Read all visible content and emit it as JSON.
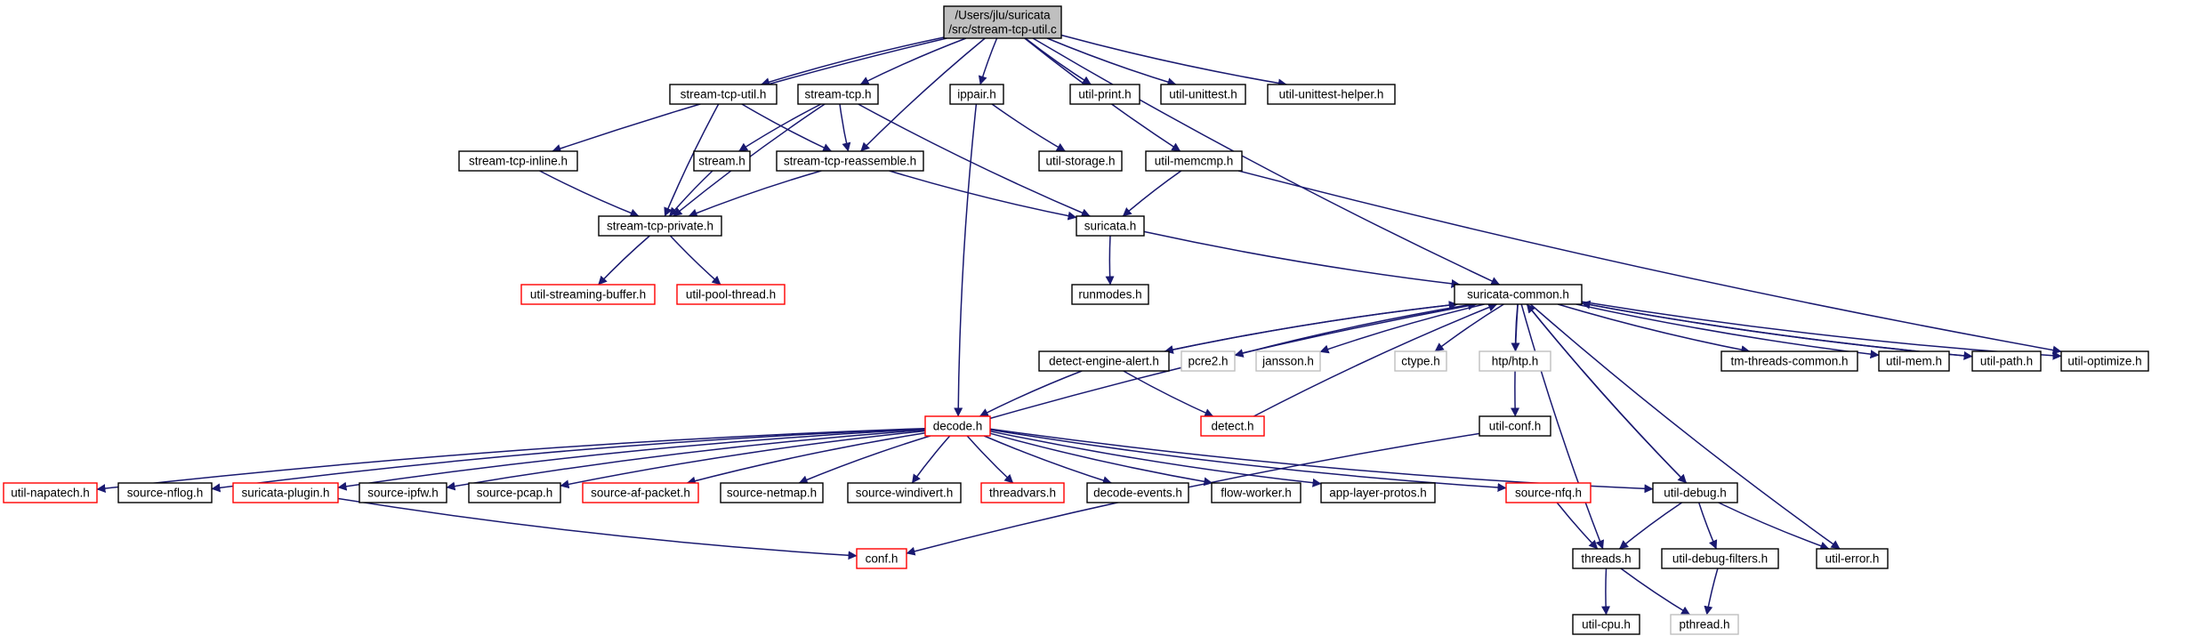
{
  "styles": {
    "root": {
      "fill": "#bfbfbf",
      "stroke": "#000000"
    },
    "normal": {
      "fill": "#ffffff",
      "stroke": "#000000"
    },
    "red": {
      "fill": "#ffffff",
      "stroke": "#ff0000"
    },
    "gray": {
      "fill": "#ffffff",
      "stroke": "#bfbfbf"
    },
    "edge_color": "#191970"
  },
  "nodes": [
    {
      "id": "root",
      "lines": [
        "/Users/jlu/suricata",
        "/src/stream-tcp-util.c"
      ],
      "style": "root"
    },
    {
      "id": "stream-tcp-inline",
      "lines": [
        "stream-tcp-inline.h"
      ],
      "style": "normal"
    },
    {
      "id": "stream-tcp-util-h",
      "lines": [
        "stream-tcp-util.h"
      ],
      "style": "normal"
    },
    {
      "id": "stream-tcp",
      "lines": [
        "stream-tcp.h"
      ],
      "style": "normal"
    },
    {
      "id": "ippair",
      "lines": [
        "ippair.h"
      ],
      "style": "normal"
    },
    {
      "id": "util-print",
      "lines": [
        "util-print.h"
      ],
      "style": "normal"
    },
    {
      "id": "util-unittest",
      "lines": [
        "util-unittest.h"
      ],
      "style": "normal"
    },
    {
      "id": "util-unittest-helper",
      "lines": [
        "util-unittest-helper.h"
      ],
      "style": "normal"
    },
    {
      "id": "stream",
      "lines": [
        "stream.h"
      ],
      "style": "normal"
    },
    {
      "id": "stream-tcp-reassemble",
      "lines": [
        "stream-tcp-reassemble.h"
      ],
      "style": "normal"
    },
    {
      "id": "util-storage",
      "lines": [
        "util-storage.h"
      ],
      "style": "normal"
    },
    {
      "id": "util-memcmp",
      "lines": [
        "util-memcmp.h"
      ],
      "style": "normal"
    },
    {
      "id": "stream-tcp-private",
      "lines": [
        "stream-tcp-private.h"
      ],
      "style": "normal"
    },
    {
      "id": "suricata",
      "lines": [
        "suricata.h"
      ],
      "style": "normal"
    },
    {
      "id": "util-streaming-buffer",
      "lines": [
        "util-streaming-buffer.h"
      ],
      "style": "red"
    },
    {
      "id": "util-pool-thread",
      "lines": [
        "util-pool-thread.h"
      ],
      "style": "red"
    },
    {
      "id": "runmodes",
      "lines": [
        "runmodes.h"
      ],
      "style": "normal"
    },
    {
      "id": "suricata-common",
      "lines": [
        "suricata-common.h"
      ],
      "style": "normal"
    },
    {
      "id": "detect-engine-alert",
      "lines": [
        "detect-engine-alert.h"
      ],
      "style": "normal"
    },
    {
      "id": "pcre2",
      "lines": [
        "pcre2.h"
      ],
      "style": "gray"
    },
    {
      "id": "jansson",
      "lines": [
        "jansson.h"
      ],
      "style": "gray"
    },
    {
      "id": "ctype",
      "lines": [
        "ctype.h"
      ],
      "style": "gray"
    },
    {
      "id": "htp",
      "lines": [
        "htp/htp.h"
      ],
      "style": "gray"
    },
    {
      "id": "tm-threads-common",
      "lines": [
        "tm-threads-common.h"
      ],
      "style": "normal"
    },
    {
      "id": "util-mem",
      "lines": [
        "util-mem.h"
      ],
      "style": "normal"
    },
    {
      "id": "util-path",
      "lines": [
        "util-path.h"
      ],
      "style": "normal"
    },
    {
      "id": "util-optimize",
      "lines": [
        "util-optimize.h"
      ],
      "style": "normal"
    },
    {
      "id": "detect",
      "lines": [
        "detect.h"
      ],
      "style": "red"
    },
    {
      "id": "util-conf",
      "lines": [
        "util-conf.h"
      ],
      "style": "normal"
    },
    {
      "id": "decode",
      "lines": [
        "decode.h"
      ],
      "style": "red"
    },
    {
      "id": "util-napatech",
      "lines": [
        "util-napatech.h"
      ],
      "style": "red"
    },
    {
      "id": "source-nflog",
      "lines": [
        "source-nflog.h"
      ],
      "style": "normal"
    },
    {
      "id": "suricata-plugin",
      "lines": [
        "suricata-plugin.h"
      ],
      "style": "red"
    },
    {
      "id": "source-ipfw",
      "lines": [
        "source-ipfw.h"
      ],
      "style": "normal"
    },
    {
      "id": "source-pcap",
      "lines": [
        "source-pcap.h"
      ],
      "style": "normal"
    },
    {
      "id": "source-af-packet",
      "lines": [
        "source-af-packet.h"
      ],
      "style": "red"
    },
    {
      "id": "source-netmap",
      "lines": [
        "source-netmap.h"
      ],
      "style": "normal"
    },
    {
      "id": "source-windivert",
      "lines": [
        "source-windivert.h"
      ],
      "style": "normal"
    },
    {
      "id": "threadvars",
      "lines": [
        "threadvars.h"
      ],
      "style": "red"
    },
    {
      "id": "decode-events",
      "lines": [
        "decode-events.h"
      ],
      "style": "normal"
    },
    {
      "id": "flow-worker",
      "lines": [
        "flow-worker.h"
      ],
      "style": "normal"
    },
    {
      "id": "app-layer-protos",
      "lines": [
        "app-layer-protos.h"
      ],
      "style": "normal"
    },
    {
      "id": "source-nfq",
      "lines": [
        "source-nfq.h"
      ],
      "style": "red"
    },
    {
      "id": "util-debug",
      "lines": [
        "util-debug.h"
      ],
      "style": "normal"
    },
    {
      "id": "util-error",
      "lines": [
        "util-error.h"
      ],
      "style": "normal"
    },
    {
      "id": "conf",
      "lines": [
        "conf.h"
      ],
      "style": "red"
    },
    {
      "id": "threads",
      "lines": [
        "threads.h"
      ],
      "style": "normal"
    },
    {
      "id": "util-debug-filters",
      "lines": [
        "util-debug-filters.h"
      ],
      "style": "normal"
    },
    {
      "id": "util-cpu",
      "lines": [
        "util-cpu.h"
      ],
      "style": "normal"
    },
    {
      "id": "pthread",
      "lines": [
        "pthread.h"
      ],
      "style": "gray"
    }
  ],
  "edges": [
    [
      "root",
      "stream-tcp-inline"
    ],
    [
      "root",
      "stream-tcp-util-h"
    ],
    [
      "root",
      "stream-tcp"
    ],
    [
      "root",
      "ippair"
    ],
    [
      "root",
      "util-print"
    ],
    [
      "root",
      "util-unittest"
    ],
    [
      "root",
      "util-unittest-helper"
    ],
    [
      "root",
      "stream-tcp-reassemble"
    ],
    [
      "root",
      "util-memcmp"
    ],
    [
      "root",
      "suricata-common"
    ],
    [
      "stream-tcp-inline",
      "stream-tcp-private"
    ],
    [
      "stream-tcp-util-h",
      "stream-tcp-private"
    ],
    [
      "stream-tcp-util-h",
      "stream-tcp-reassemble"
    ],
    [
      "stream-tcp",
      "stream"
    ],
    [
      "stream-tcp",
      "stream-tcp-private"
    ],
    [
      "stream-tcp",
      "stream-tcp-reassemble"
    ],
    [
      "stream-tcp",
      "suricata"
    ],
    [
      "ippair",
      "util-storage"
    ],
    [
      "ippair",
      "decode"
    ],
    [
      "stream",
      "stream-tcp-private"
    ],
    [
      "stream-tcp-reassemble",
      "stream-tcp-private"
    ],
    [
      "stream-tcp-reassemble",
      "suricata"
    ],
    [
      "util-memcmp",
      "suricata"
    ],
    [
      "util-memcmp",
      "util-optimize"
    ],
    [
      "stream-tcp-private",
      "util-streaming-buffer"
    ],
    [
      "stream-tcp-private",
      "util-pool-thread"
    ],
    [
      "suricata",
      "runmodes"
    ],
    [
      "suricata",
      "suricata-common"
    ],
    [
      "suricata-common",
      "detect-engine-alert"
    ],
    [
      "suricata-common",
      "pcre2"
    ],
    [
      "suricata-common",
      "jansson"
    ],
    [
      "suricata-common",
      "ctype"
    ],
    [
      "suricata-common",
      "htp"
    ],
    [
      "suricata-common",
      "tm-threads-common"
    ],
    [
      "suricata-common",
      "util-mem"
    ],
    [
      "suricata-common",
      "util-path"
    ],
    [
      "suricata-common",
      "util-optimize"
    ],
    [
      "suricata-common",
      "util-conf"
    ],
    [
      "suricata-common",
      "util-debug"
    ],
    [
      "suricata-common",
      "threads"
    ],
    [
      "suricata-common",
      "util-error"
    ],
    [
      "detect-engine-alert",
      "suricata-common"
    ],
    [
      "detect-engine-alert",
      "decode"
    ],
    [
      "detect-engine-alert",
      "detect"
    ],
    [
      "detect",
      "suricata-common"
    ],
    [
      "decode",
      "suricata-common"
    ],
    [
      "util-path",
      "suricata-common"
    ],
    [
      "util-debug",
      "suricata-common"
    ],
    [
      "decode",
      "util-napatech"
    ],
    [
      "decode",
      "source-nflog"
    ],
    [
      "decode",
      "suricata-plugin"
    ],
    [
      "decode",
      "source-ipfw"
    ],
    [
      "decode",
      "source-pcap"
    ],
    [
      "decode",
      "source-af-packet"
    ],
    [
      "decode",
      "source-netmap"
    ],
    [
      "decode",
      "source-windivert"
    ],
    [
      "decode",
      "threadvars"
    ],
    [
      "decode",
      "decode-events"
    ],
    [
      "decode",
      "flow-worker"
    ],
    [
      "decode",
      "app-layer-protos"
    ],
    [
      "decode",
      "source-nfq"
    ],
    [
      "decode",
      "util-debug"
    ],
    [
      "util-conf",
      "conf"
    ],
    [
      "suricata-plugin",
      "conf"
    ],
    [
      "source-nfq",
      "threads"
    ],
    [
      "util-debug",
      "threads"
    ],
    [
      "util-debug",
      "util-debug-filters"
    ],
    [
      "util-debug",
      "util-error"
    ],
    [
      "threads",
      "util-cpu"
    ],
    [
      "threads",
      "pthread"
    ],
    [
      "util-debug-filters",
      "pthread"
    ]
  ]
}
